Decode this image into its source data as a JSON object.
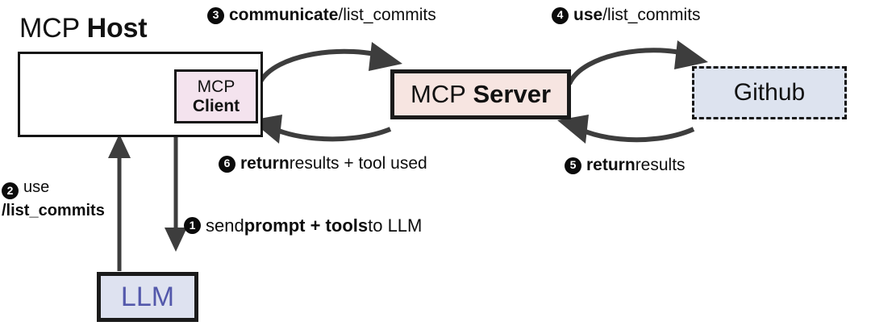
{
  "diagram": {
    "title": "MCP Host",
    "title_plain": "MCP",
    "title_bold": "Host",
    "nodes": {
      "host": {
        "name": "MCP Host",
        "fill": "#ffffff",
        "border": "#151515"
      },
      "client": {
        "line1": "MCP",
        "line2": "Client",
        "fill": "#f4e3ee",
        "border": "#151515"
      },
      "server": {
        "plain": "MCP",
        "bold": "Server",
        "fill": "#f7e5e1",
        "border": "#1b1b1b"
      },
      "github": {
        "label": "Github",
        "fill": "#dde3ef",
        "border": "#141414",
        "border_style": "dashed"
      },
      "llm": {
        "label": "LLM",
        "fill": "#dee2f0",
        "border": "#1b1b1b",
        "text_color": "#5358ab"
      }
    },
    "steps": [
      {
        "number": "1",
        "parts": [
          {
            "text": "send ",
            "bold": false
          },
          {
            "text": "prompt + tools",
            "bold": true
          },
          {
            "text": " to LLM",
            "bold": false
          }
        ],
        "full_text": "send prompt + tools to LLM",
        "from": "MCP Host",
        "to": "LLM"
      },
      {
        "number": "2",
        "parts": [
          {
            "text": "use",
            "bold": false
          },
          {
            "text": "/list_commits",
            "bold": true
          }
        ],
        "line1": "use",
        "line2": "/list_commits",
        "full_text": "use /list_commits",
        "from": "LLM",
        "to": "MCP Host"
      },
      {
        "number": "3",
        "parts": [
          {
            "text": "communicate",
            "bold": true
          },
          {
            "text": " /list_commits",
            "bold": false
          }
        ],
        "bold_text": "communicate",
        "plain_text": " /list_commits",
        "full_text": "communicate /list_commits",
        "from": "MCP Client",
        "to": "MCP Server"
      },
      {
        "number": "4",
        "parts": [
          {
            "text": "use",
            "bold": true
          },
          {
            "text": " /list_commits",
            "bold": false
          }
        ],
        "bold_text": "use",
        "plain_text": " /list_commits",
        "full_text": "use /list_commits",
        "from": "MCP Server",
        "to": "Github"
      },
      {
        "number": "5",
        "parts": [
          {
            "text": "return",
            "bold": true
          },
          {
            "text": " results",
            "bold": false
          }
        ],
        "bold_text": "return",
        "plain_text": " results",
        "full_text": "return results",
        "from": "Github",
        "to": "MCP Server"
      },
      {
        "number": "6",
        "parts": [
          {
            "text": "return",
            "bold": true
          },
          {
            "text": " results + tool used",
            "bold": false
          }
        ],
        "bold_text": "return",
        "plain_text": " results + tool used",
        "full_text": "return results + tool used",
        "from": "MCP Server",
        "to": "MCP Client"
      }
    ],
    "connector_color": "#3d3d3d"
  }
}
